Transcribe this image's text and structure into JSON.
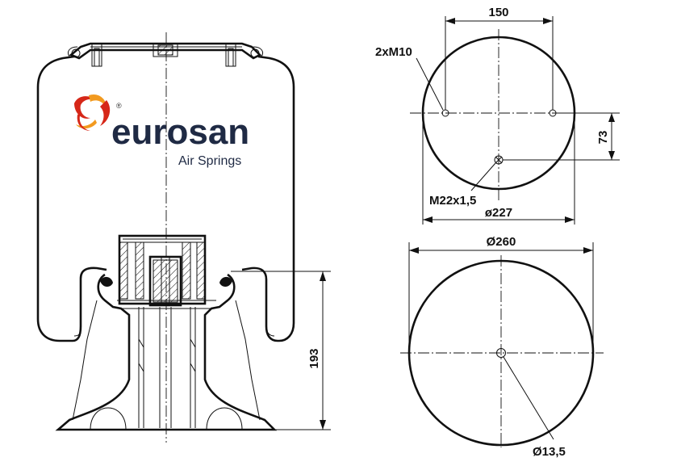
{
  "brand": {
    "name": "eurosan",
    "subtitle": "Air Springs",
    "registered_mark": "®",
    "colors": {
      "text": "#1f2a44",
      "logo_red": "#d62718",
      "logo_orange": "#f29a1f"
    }
  },
  "dimensions": {
    "top_view": {
      "bolt_spacing": "150",
      "offset": "73",
      "bolt_label": "2xM10",
      "air_inlet_label": "M22x1,5",
      "diameter": "ø227"
    },
    "bottom_view": {
      "diameter": "Ø260",
      "center_hole": "Ø13,5"
    },
    "side_view": {
      "height": "193"
    }
  }
}
